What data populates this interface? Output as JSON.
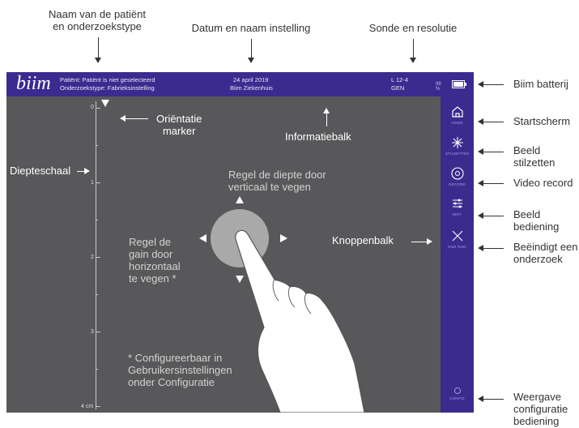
{
  "annotations": {
    "patient_label": "Naam van de patiënt\nen onderzoekstype",
    "date_label": "Datum en naam instelling",
    "probe_label": "Sonde en resolutie",
    "battery_label": "Biim batterij",
    "home_label": "Startscherm",
    "freeze_label": "Beeld\nstilzetten",
    "record_label": "Video record",
    "image_label": "Beeld\nbediening",
    "end_label": "Beëindigt een\nonderzoek",
    "config_label": "Weergave\nconfiguratie\nbediening",
    "depth_scale": "Diepteschaal",
    "orientation": "Oriëntatie\nmarker",
    "infobar": "Informatiebalk",
    "buttonbar": "Knoppenbalk",
    "depth_help": "Regel de diepte door\nverticaal te vegen",
    "gain_help": "Regel de\ngain door\nhorizontaal\nte vegen *",
    "config_help": "* Configureerbaar in\nGebruikersinstellingen\nonder Configuratie"
  },
  "topbar": {
    "logo": "biim",
    "patient": "Patiënt: Patiënt is niet geselecteerd",
    "exam_type": "Onderzoekstype: Fabrieksinstelling",
    "date": "24 april 2019",
    "institution": "Biim Ziekenhuis",
    "probe": "L 12-4",
    "mode": "GEN",
    "battery_text": "98 %",
    "battery_level": 98
  },
  "sidebar": {
    "home": "HOME",
    "freeze": "STILZETTEN",
    "record": "RECORD",
    "image": "INST.",
    "end": "END ONO",
    "config": "CONFIG"
  },
  "depth": {
    "ticks": [
      "0",
      "1",
      "2",
      "3",
      "4 cm"
    ]
  },
  "colors": {
    "bar": "#3b2b8f",
    "screen": "#58585a",
    "accent": "#a69fe0"
  }
}
